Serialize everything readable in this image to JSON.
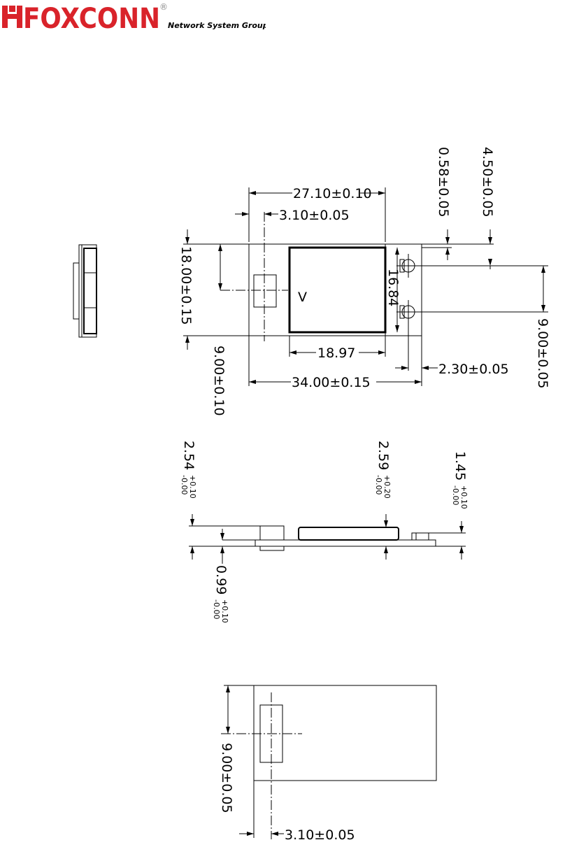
{
  "brand": {
    "logo_text": "FOXCONN",
    "registered_mark": "®",
    "group_text": "Network System Group",
    "color": "#d9232a"
  },
  "top_view": {
    "overall_length": "34.00±0.15",
    "overall_width": "18.00±0.15",
    "shield_offset": "27.10±0.10",
    "connector_offset": "3.10±0.05",
    "shield_length": "18.97",
    "shield_width": "16.84",
    "half_width": "9.00±0.10",
    "pad_inset": "0.58±0.05",
    "pad_offset": "4.50±0.05",
    "pad_pitch": "9.00±0.05",
    "pad_edge": "2.30±0.05",
    "mark": "V"
  },
  "side_view": {
    "connector_height": {
      "base": "2.54",
      "plus": "+0.10",
      "minus": "-0.00"
    },
    "shield_height": {
      "base": "2.59",
      "plus": "+0.20",
      "minus": "-0.00"
    },
    "pad_height": {
      "base": "1.45",
      "plus": "+0.10",
      "minus": "-0.00"
    },
    "board_thickness": {
      "base": "0.99",
      "plus": "+0.10",
      "minus": "-0.00"
    }
  },
  "bottom_view": {
    "center_height": "9.00±0.05",
    "connector_offset": "3.10±0.05"
  }
}
